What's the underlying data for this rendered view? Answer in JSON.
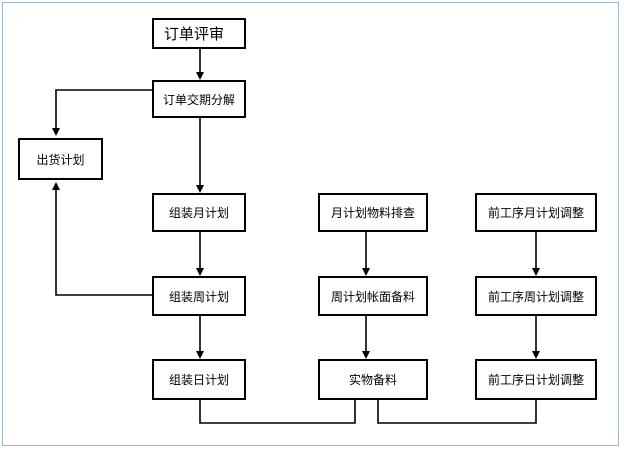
{
  "diagram": {
    "nodes": {
      "order_review": "订单评审",
      "order_delivery_split": "订单交期分解",
      "shipping_plan": "出货计划",
      "assembly_monthly_plan": "组装月计划",
      "monthly_material_check": "月计划物料排查",
      "pre_process_monthly_adjust": "前工序月计划调整",
      "assembly_weekly_plan": "组装周计划",
      "weekly_book_material": "周计划帐面备料",
      "pre_process_weekly_adjust": "前工序周计划调整",
      "assembly_daily_plan": "组装日计划",
      "physical_material": "实物备料",
      "pre_process_daily_adjust": "前工序日计划调整"
    },
    "colors": {
      "frame_border": "#9fb8d6",
      "line": "#000000",
      "box_border": "#000000"
    }
  }
}
